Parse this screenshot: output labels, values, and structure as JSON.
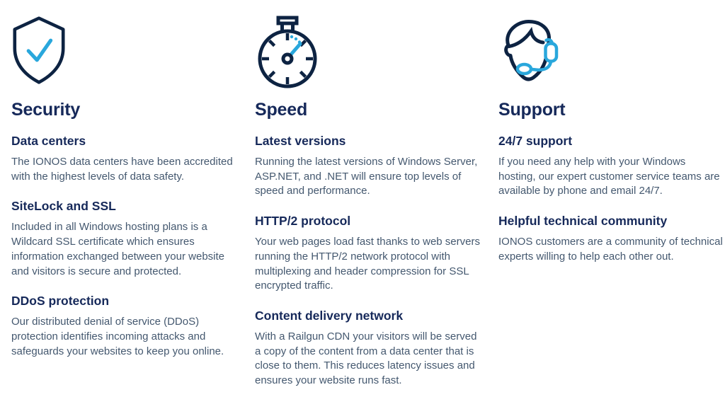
{
  "theme": {
    "background": "#ffffff",
    "heading_color": "#16295a",
    "body_color": "#44586f",
    "icon_navy": "#0d2342",
    "accent_blue": "#29a7dc"
  },
  "columns": [
    {
      "icon": "shield-check-icon",
      "title": "Security",
      "items": [
        {
          "heading": "Data centers",
          "body": "The IONOS data centers have been accredited with the highest levels of data safety."
        },
        {
          "heading": "SiteLock and SSL",
          "body": "Included in all Windows hosting plans is a Wildcard SSL certificate which ensures information exchanged between your website and visitors is secure and protected."
        },
        {
          "heading": "DDoS protection",
          "body": "Our distributed denial of service (DDoS) protection identifies incoming attacks and safeguards your websites to keep you online."
        }
      ]
    },
    {
      "icon": "stopwatch-icon",
      "title": "Speed",
      "items": [
        {
          "heading": "Latest versions",
          "body": "Running the latest versions of Windows Server, ASP.NET, and .NET will ensure top levels of speed and performance."
        },
        {
          "heading": "HTTP/2 protocol",
          "body": "Your web pages load fast thanks to web servers running the HTTP/2 network protocol with multiplexing and header compression for SSL encrypted traffic."
        },
        {
          "heading": "Content delivery network",
          "body": "With a Railgun CDN your visitors will be served a copy of the content from a data center that is close to them. This reduces latency issues and ensures your website runs fast."
        }
      ]
    },
    {
      "icon": "support-agent-icon",
      "title": "Support",
      "items": [
        {
          "heading": "24/7 support",
          "body": "If you need any help with your Windows hosting, our expert customer service teams are available by phone and email 24/7."
        },
        {
          "heading": "Helpful technical community",
          "body": "IONOS customers are a community of technical experts willing to help each other out."
        }
      ]
    }
  ]
}
